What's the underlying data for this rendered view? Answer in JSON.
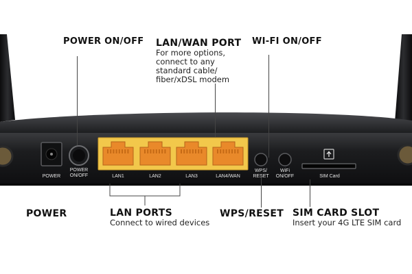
{
  "callouts": {
    "power_onoff": {
      "title": "POWER ON/OFF"
    },
    "lanwan": {
      "title": "LAN/WAN PORT",
      "desc": [
        "For more options,",
        "connect to any",
        "standard cable/",
        "fiber/xDSL modem"
      ]
    },
    "wifi": {
      "title": "WI-FI ON/OFF"
    },
    "power": {
      "title": "POWER"
    },
    "lan_ports": {
      "title": "LAN PORTS",
      "desc": [
        "Connect to wired devices"
      ]
    },
    "wps": {
      "title": "WPS/RESET"
    },
    "sim": {
      "title": "SIM CARD SLOT",
      "desc": [
        "Insert your 4G LTE SIM card"
      ]
    }
  },
  "panel_labels": {
    "power": "POWER",
    "power_onoff": [
      "POWER",
      "ON/OFF"
    ],
    "lan1": "LAN1",
    "lan2": "LAN2",
    "lan3": "LAN3",
    "lan4wan": "LAN4/WAN",
    "wps_reset": [
      "WPS/",
      "RESET"
    ],
    "wifi_onoff": [
      "WiFi",
      "ON/OFF"
    ],
    "sim_card": "SIM Card"
  },
  "colors": {
    "router_body": "#1b1c1e",
    "port_yellow": "#f2c84b",
    "port_orange": "#e9892a",
    "leader_line": "#444444"
  }
}
